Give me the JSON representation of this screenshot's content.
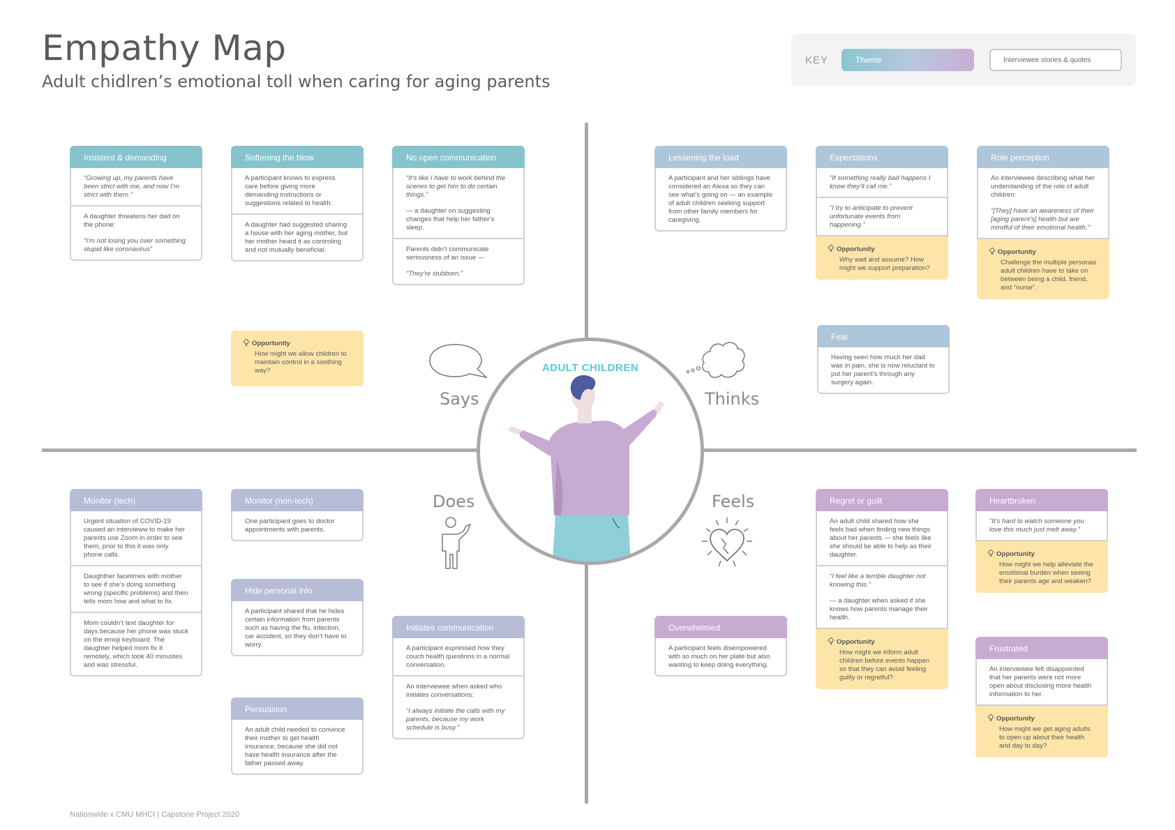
{
  "title": "Empathy Map",
  "subtitle": "Adult chidlren’s emotional toll when caring for aging parents",
  "key": {
    "label": "KEY",
    "theme": "Theme",
    "quotes": "Interviewee stories & quotes"
  },
  "center": {
    "title": "ADULT CHILDREN"
  },
  "quadrants": {
    "says": "Says",
    "thinks": "Thinks",
    "does": "Does",
    "feels": "Feels"
  },
  "opportunity_label": "Opportunity",
  "says": {
    "insistent": {
      "title": "Insistent & demanding",
      "s1": "“Growing up, my parents have been strict with me, and now I’m strict with them.”",
      "s2a": "A daughter threatens her dad on the phone:",
      "s2b": "“I’m not losing you over something stupid like coronavirus”"
    },
    "softening": {
      "title": "Softening the blow",
      "s1": "A participant knows to express care before giving more demanding instructions or suggestions related to health.",
      "s2": "A daughter had suggested sharing a house with her aging mother, but her mother heard it as controling and not mutually beneficial."
    },
    "softening_opp": "How might we allow children to maintain control in a soothing way?",
    "noopen": {
      "title": "No open communication",
      "s1a": "“It’s like I have to work behind the scenes to get him to do certain things.”",
      "s1b": "— a daughter on suggesting changes that help her father’s sleep.",
      "s2a": "Parents didn’t communicate seriousness of an issue —",
      "s2b": "“They’re stubborn.”"
    }
  },
  "thinks": {
    "lessening": {
      "title": "Lessening the load",
      "s1": "A participant and her siblings have considered an Alexa so they can see what’s going on — an example of adult children seeking support from other family members for caregiving."
    },
    "expectations": {
      "title": "Expectations",
      "s1": "“If something really bad happens I know they’ll call me.”",
      "s2": "“I try to anticipate to prevent unfortunate events from happening.”",
      "opp": "Why wait and assume? How might we support preparation?"
    },
    "role": {
      "title": "Role perception",
      "s1a": "An interviewee describing what her understanding of the role of adult children:",
      "s1b": "“[They] have an awareness of their [aging parent’s] health but are mindful of their emotional health.”",
      "opp": "Challenge the multiple personas adult children have to take on between being a child, friend, and “nurse”."
    },
    "fear": {
      "title": "Fear",
      "s1": "Having seen how much her dad was in pain, she is now reluctant to put her parent’s through any surgery again."
    }
  },
  "does": {
    "montech": {
      "title": "Monitor (tech)",
      "s1": "Urgent situation of COVID-19 caused an intervieww to make her parents use Zoom in order to see them, prior to this it was only phone calls.",
      "s2": "Daughther facetimes with mother to see if she’s doing something wrong (specific problems) and then tells mom how and what to fix.",
      "s3": "Mom couldn’t text daughter for days because her phone was stuck on the emoji keyboard. The daughter helped mom fix it remotely, which took 40 minustes and was stressful."
    },
    "monnon": {
      "title": "Monitor (non-tech)",
      "s1": "One participant goes to doctor appointments with parents."
    },
    "hide": {
      "title": "Hide personal info",
      "s1": "A participant shared that he hides certain information from parents such as having the flu, infection, car accident, so they don’t have to worry."
    },
    "persuasion": {
      "title": "Persuasion",
      "s1": "An adult child needed to convince their mother to get health insurance, because she did not have health insurance after the father passed away."
    },
    "initiates": {
      "title": "Initiates communication",
      "s1": "A participant expressed how they couch health questions in a normal conversation.",
      "s2a": "An interviewee when asked who initiates conversations:",
      "s2b": "“I always initiate the calls with my parents, because my work schedule is busy.”"
    }
  },
  "feels": {
    "overwhelmed": {
      "title": "Overwhelmed",
      "s1": "A participant feels disempowered with so much on her plate but also wanting to keep doing everything."
    },
    "regret": {
      "title": "Regret or guilt",
      "s1": "An adult child shared how she feels bad when finding new things about her parents — she feels like she should be able to help as their daughter.",
      "s2a": "“I feel like a terrible daughter not knowing this.”",
      "s2b": "— a daughter when asked if she knows how parents manage their health.",
      "opp": "How might we inform adult children before events happen so that they can avoid feeling guilty or regretful?"
    },
    "heartbroken": {
      "title": "Heartbroken",
      "s1": "“It’s hard to watch someone you love this much just melt away.”",
      "opp": "How might we help alleviate the emotional burden when seeing their parents age and weaken?"
    },
    "frustrated": {
      "title": "Frustrated",
      "s1": "An interviewee felt disappointed that her parents were not more open about disclosing more health information to her.",
      "opp": "How might we get aging adults to open up about their health and day to day?"
    }
  },
  "footer": "Nationwide x CMU MHCI | Capstone Project 2020",
  "colors": {
    "theme_teal": "#85c4cd",
    "theme_blue": "#aec6da",
    "theme_lavender": "#b7bdd7",
    "theme_pink": "#c8abd1",
    "opportunity": "#fde5a9",
    "center_title": "#58cbd4"
  }
}
